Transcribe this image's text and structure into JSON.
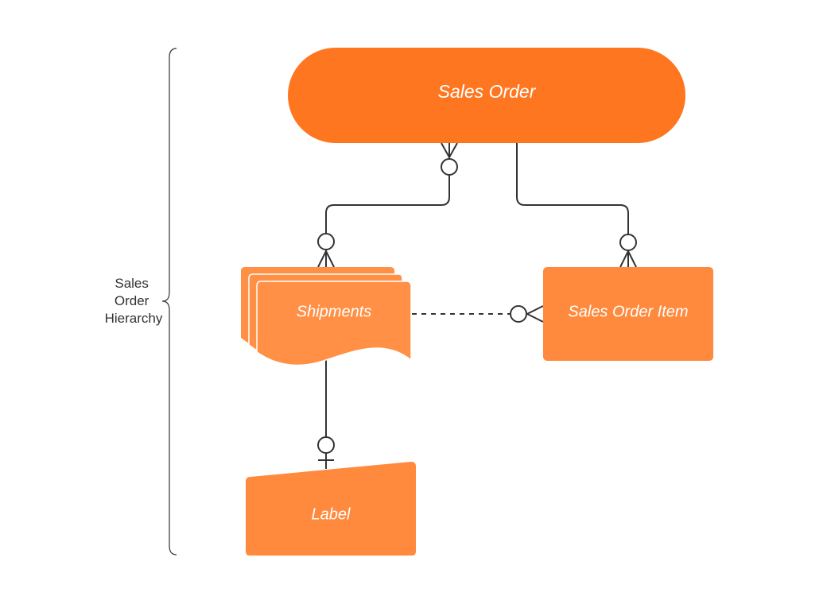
{
  "diagram": {
    "nodes": {
      "sales_order": {
        "label": "Sales Order",
        "shape": "terminator"
      },
      "shipments": {
        "label": "Shipments",
        "shape": "multi-document"
      },
      "sales_order_item": {
        "label": "Sales Order Item",
        "shape": "rounded-rectangle"
      },
      "label": {
        "label": "Label",
        "shape": "manual-input"
      }
    },
    "group": {
      "label_lines": [
        "Sales",
        "Order",
        "Hierarchy"
      ],
      "marker": "curly-brace"
    },
    "relationships": [
      {
        "from": "sales_order",
        "to": "shipments",
        "from_end": "zero-or-many",
        "to_end": "zero-or-many",
        "style": "solid"
      },
      {
        "from": "sales_order",
        "to": "sales_order_item",
        "from_end": "none",
        "to_end": "zero-or-many",
        "style": "solid"
      },
      {
        "from": "shipments",
        "to": "sales_order_item",
        "from_end": "none",
        "to_end": "zero-or-many",
        "style": "dashed"
      },
      {
        "from": "shipments",
        "to": "label",
        "from_end": "none",
        "to_end": "zero-or-one",
        "style": "solid"
      }
    ],
    "colors": {
      "primary": "#FF7620",
      "secondary": "#FF9046",
      "tertiary": "#FF8A3D",
      "line": "#333333",
      "text": "#FFFFFF"
    }
  }
}
